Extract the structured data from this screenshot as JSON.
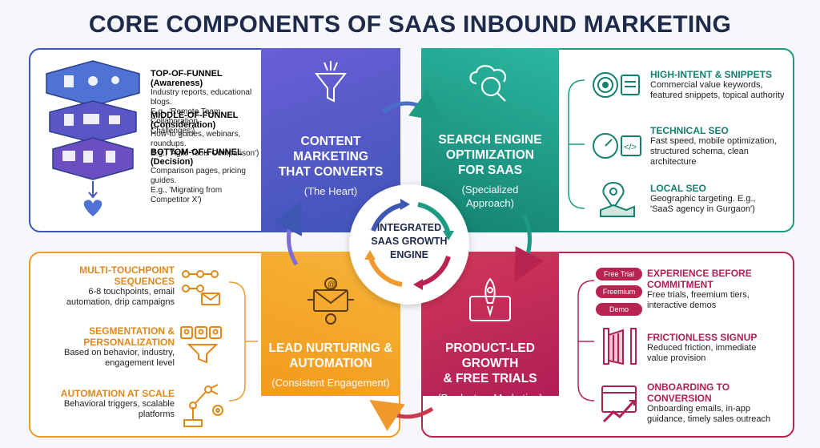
{
  "title": "CORE COMPONENTS OF SAAS INBOUND MARKETING",
  "center": {
    "lines": [
      "INTEGRATED",
      "SAAS GROWTH",
      "ENGINE"
    ]
  },
  "quadrants": {
    "content": {
      "heading_lines": [
        "CONTENT",
        "MARKETING",
        "THAT CONVERTS"
      ],
      "subtitle": "(The Heart)",
      "color": "#3f54b8",
      "items": [
        {
          "title": "TOP-OF-FUNNEL (Awareness)",
          "lines": [
            "Industry reports, educational blogs.",
            "E.g., 'Remote Team Collaboration",
            "Challenges')"
          ]
        },
        {
          "title": "MIDDLE-OF-FUNNEL (Consideration)",
          "lines": [
            "How-to guides, webinars, roundups.",
            "E.g., 'Agile Tools Comparison')"
          ]
        },
        {
          "title": "BOTTOM-OF-FUNNEL (Decision)",
          "lines": [
            "Comparison pages, pricing guides.",
            "E.g., 'Migrating from Competitor X')"
          ]
        }
      ]
    },
    "seo": {
      "heading_lines": [
        "SEARCH ENGINE",
        "OPTIMIZATION",
        "FOR SAAS"
      ],
      "subtitle_lines": [
        "(Specialized",
        "Approach)"
      ],
      "color": "#14806f",
      "items": [
        {
          "title": "HIGH-INTENT & SNIPPETS",
          "lines": [
            "Commercial value keywords,",
            "featured snippets, topical authority"
          ]
        },
        {
          "title": "TECHNICAL SEO",
          "lines": [
            "Fast speed, mobile optimization,",
            "structured schema, clean",
            "architecture"
          ]
        },
        {
          "title": "LOCAL SEO",
          "lines": [
            "Geographic targeting. E.g.,",
            "'SaaS agency in Gurgaon')"
          ]
        }
      ]
    },
    "nurturing": {
      "heading_lines": [
        "LEAD NURTURING &",
        "AUTOMATION"
      ],
      "subtitle": "(Consistent Engagement)",
      "color": "#e0881a",
      "items": [
        {
          "title_lines": [
            "MULTI-TOUCHPOINT",
            "SEQUENCES"
          ],
          "lines": [
            "6-8 touchpoints, email",
            "automation, drip campaigns"
          ]
        },
        {
          "title_lines": [
            "SEGMENTATION &",
            "PERSONALIZATION"
          ],
          "lines": [
            "Based on behavior, industry,",
            "engagement level"
          ]
        },
        {
          "title_lines": [
            "AUTOMATION AT SCALE"
          ],
          "lines": [
            "Behavioral triggers, scalable",
            "platforms"
          ]
        }
      ]
    },
    "plg": {
      "heading_lines": [
        "PRODUCT-LED GROWTH",
        "& FREE TRIALS"
      ],
      "subtitle": "(Product as Marketing)",
      "color": "#b01e55",
      "tags": [
        "Free Trial",
        "Freemium",
        "Demo"
      ],
      "items": [
        {
          "title_lines": [
            "EXPERIENCE BEFORE",
            "COMMITMENT"
          ],
          "lines": [
            "Free trials, freemium tiers,",
            "interactive demos"
          ]
        },
        {
          "title_lines": [
            "FRICTIONLESS SIGNUP"
          ],
          "lines": [
            "Reduced friction, immediate",
            "value provision"
          ]
        },
        {
          "title_lines": [
            "ONBOARDING TO",
            "CONVERSION"
          ],
          "lines": [
            "Onboarding emails, in-app",
            "guidance, timely sales outreach"
          ]
        }
      ]
    }
  }
}
